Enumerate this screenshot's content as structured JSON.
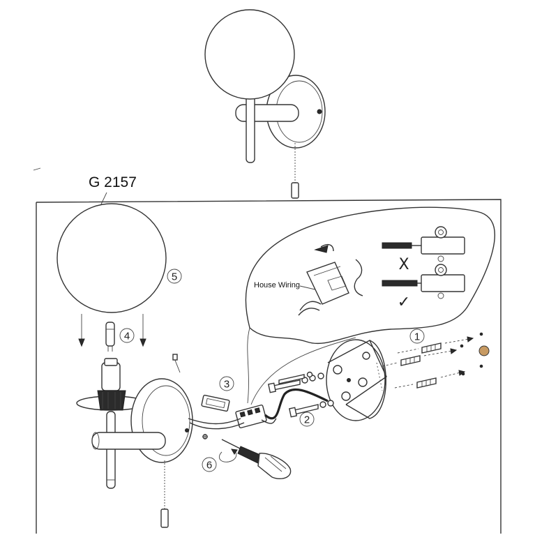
{
  "product_code": "G 2157",
  "house_wiring_label": "House Wiring",
  "steps": [
    {
      "number": "1"
    },
    {
      "number": "2"
    },
    {
      "number": "3"
    },
    {
      "number": "4"
    },
    {
      "number": "5"
    },
    {
      "number": "6"
    }
  ],
  "marks": {
    "wrong": "X",
    "correct": "✓"
  },
  "colors": {
    "ink": "#333333",
    "wall_plug_hole": "#c79a62"
  }
}
